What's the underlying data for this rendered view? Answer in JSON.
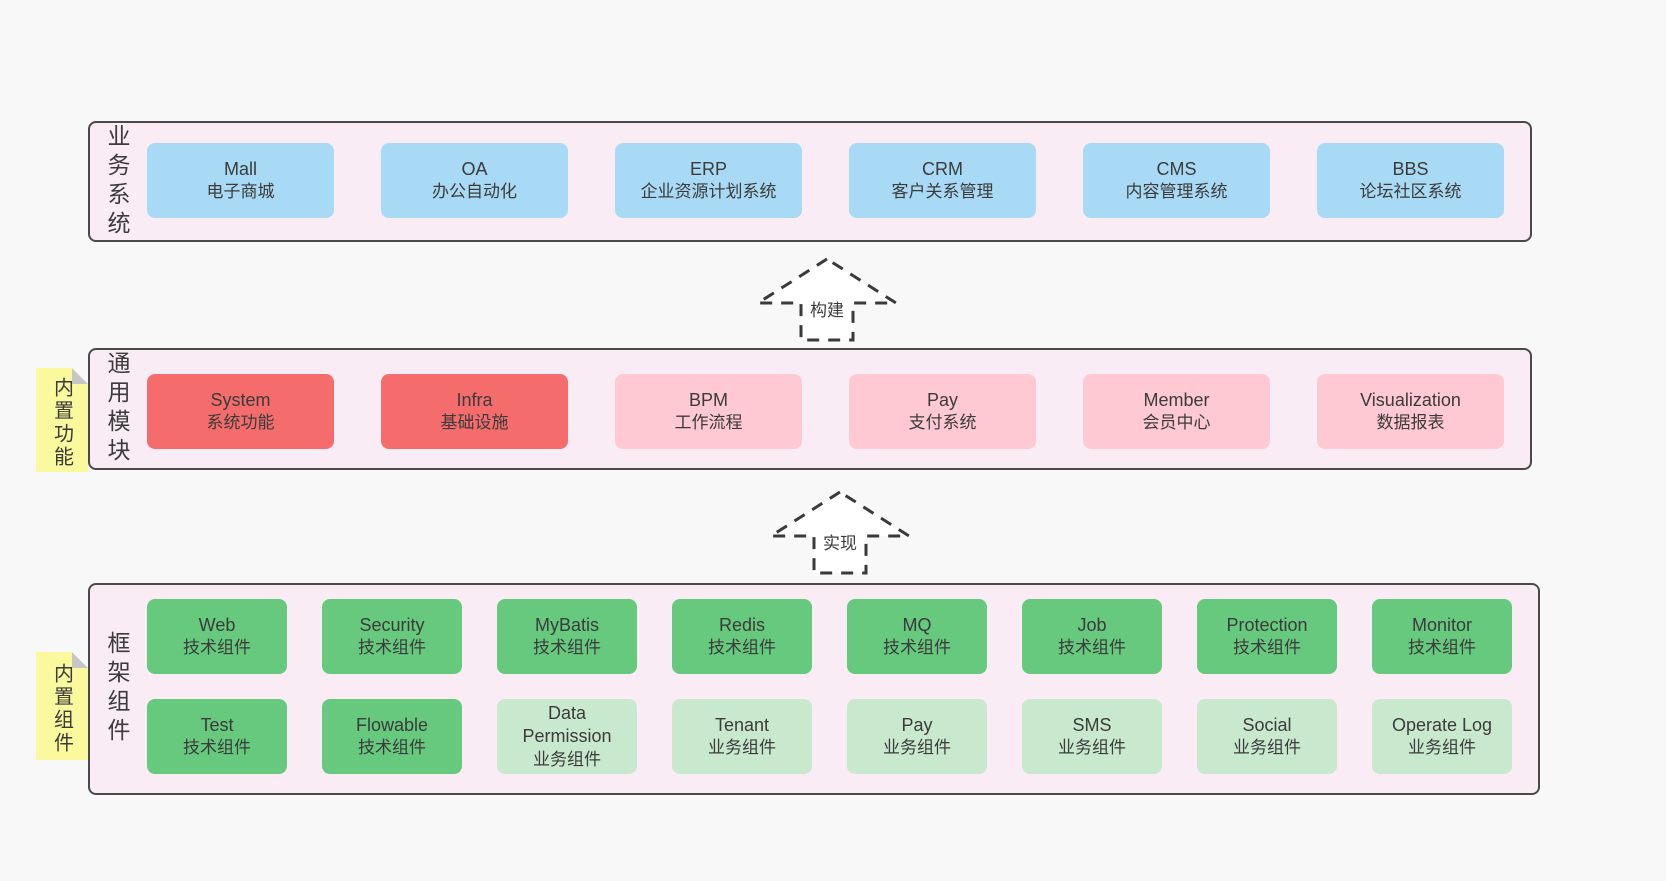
{
  "colors": {
    "page_bg": "#f8f8f8",
    "band_bg": "#f9ecf5",
    "band_border": "#4a4a4a",
    "blue_box": "#a9daf5",
    "red_box": "#f56c6c",
    "pink_box": "#fec9d2",
    "green_box": "#66c97e",
    "light_green_box": "#c9e9cf",
    "sticky_yellow": "#fbf99e",
    "text": "#3b3b3b"
  },
  "arrows": [
    {
      "label": "构建"
    },
    {
      "label": "实现"
    }
  ],
  "bands": [
    {
      "label": "业务系统",
      "rows": [
        [
          {
            "name": "Mall",
            "desc": "电子商城",
            "type": "blue"
          },
          {
            "name": "OA",
            "desc": "办公自动化",
            "type": "blue"
          },
          {
            "name": "ERP",
            "desc": "企业资源计划系统",
            "type": "blue"
          },
          {
            "name": "CRM",
            "desc": "客户关系管理",
            "type": "blue"
          },
          {
            "name": "CMS",
            "desc": "内容管理系统",
            "type": "blue"
          },
          {
            "name": "BBS",
            "desc": "论坛社区系统",
            "type": "blue"
          }
        ]
      ]
    },
    {
      "label": "通用模块",
      "sticky": "内置功能",
      "rows": [
        [
          {
            "name": "System",
            "desc": "系统功能",
            "type": "red"
          },
          {
            "name": "Infra",
            "desc": "基础设施",
            "type": "red"
          },
          {
            "name": "BPM",
            "desc": "工作流程",
            "type": "pink"
          },
          {
            "name": "Pay",
            "desc": "支付系统",
            "type": "pink"
          },
          {
            "name": "Member",
            "desc": "会员中心",
            "type": "pink"
          },
          {
            "name": "Visualization",
            "desc": "数据报表",
            "type": "pink"
          }
        ]
      ]
    },
    {
      "label": "框架组件",
      "sticky": "内置组件",
      "rows": [
        [
          {
            "name": "Web",
            "desc": "技术组件",
            "type": "green"
          },
          {
            "name": "Security",
            "desc": "技术组件",
            "type": "green"
          },
          {
            "name": "MyBatis",
            "desc": "技术组件",
            "type": "green"
          },
          {
            "name": "Redis",
            "desc": "技术组件",
            "type": "green"
          },
          {
            "name": "MQ",
            "desc": "技术组件",
            "type": "green"
          },
          {
            "name": "Job",
            "desc": "技术组件",
            "type": "green"
          },
          {
            "name": "Protection",
            "desc": "技术组件",
            "type": "green"
          },
          {
            "name": "Monitor",
            "desc": "技术组件",
            "type": "green"
          }
        ],
        [
          {
            "name": "Test",
            "desc": "技术组件",
            "type": "green"
          },
          {
            "name": "Flowable",
            "desc": "技术组件",
            "type": "green"
          },
          {
            "name": "Data Permission",
            "desc": "业务组件",
            "type": "lightgreen"
          },
          {
            "name": "Tenant",
            "desc": "业务组件",
            "type": "lightgreen"
          },
          {
            "name": "Pay",
            "desc": "业务组件",
            "type": "lightgreen"
          },
          {
            "name": "SMS",
            "desc": "业务组件",
            "type": "lightgreen"
          },
          {
            "name": "Social",
            "desc": "业务组件",
            "type": "lightgreen"
          },
          {
            "name": "Operate Log",
            "desc": "业务组件",
            "type": "lightgreen"
          }
        ]
      ]
    }
  ]
}
